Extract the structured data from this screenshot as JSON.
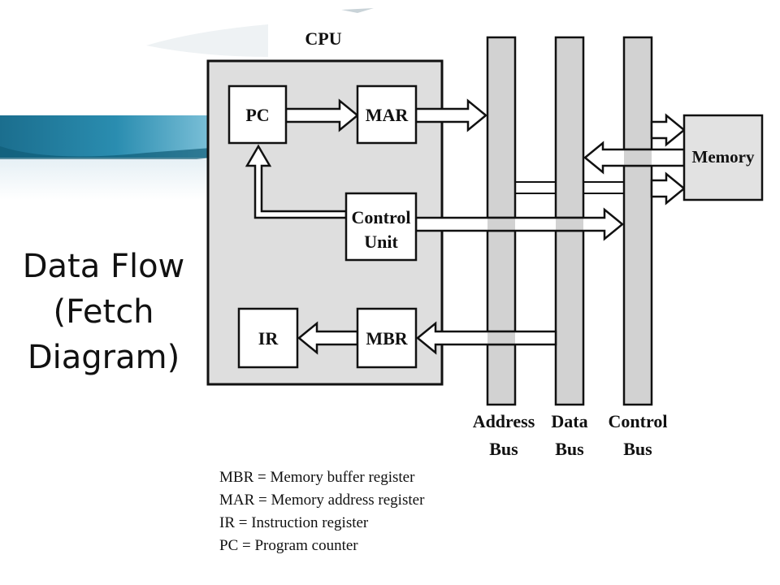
{
  "slide": {
    "title_lines": [
      "Data Flow",
      "(Fetch",
      "Diagram)"
    ]
  },
  "diagram": {
    "cpu_label": "CPU",
    "registers": {
      "pc": "PC",
      "mar": "MAR",
      "control_unit_line1": "Control",
      "control_unit_line2": "Unit",
      "ir": "IR",
      "mbr": "MBR"
    },
    "memory_label": "Memory",
    "buses": {
      "address_line1": "Address",
      "address_line2": "Bus",
      "data_line1": "Data",
      "data_line2": "Bus",
      "control_line1": "Control",
      "control_line2": "Bus"
    }
  },
  "legend": [
    "MBR = Memory buffer register",
    "MAR = Memory address register",
    "IR = Instruction register",
    "PC = Program counter"
  ],
  "colors": {
    "cpu_fill": "#dedede",
    "bus_fill": "#d2d2d2",
    "accent_band": "#1e7fa0",
    "accent_band_light": "#d9eaf2"
  }
}
